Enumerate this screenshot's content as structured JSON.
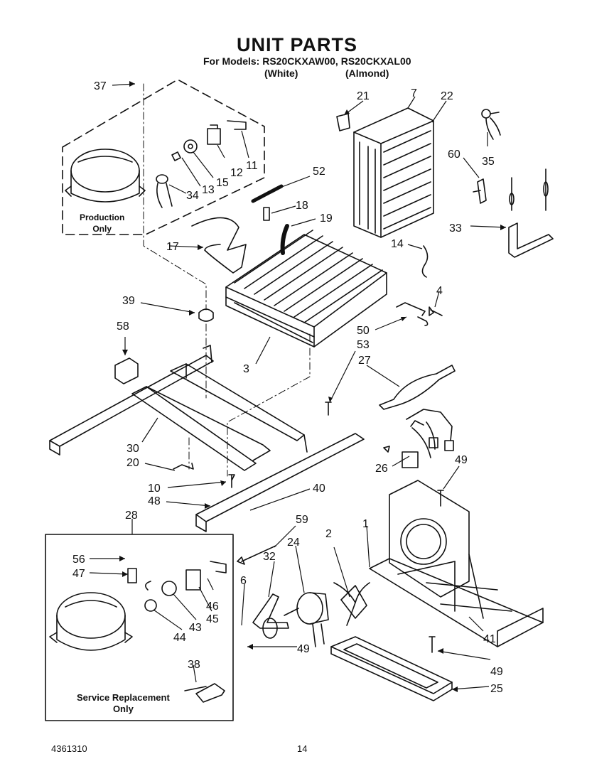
{
  "header": {
    "title": "UNIT PARTS",
    "models_line": "For Models: RS20CKXAW00, RS20CKXAL00",
    "variant_white": "(White)",
    "variant_almond": "(Almond)"
  },
  "notes": {
    "production": [
      "Production",
      "Only"
    ],
    "service": [
      "Service Replacement",
      "Only"
    ]
  },
  "callouts": [
    {
      "id": "c37",
      "text": "37"
    },
    {
      "id": "c21",
      "text": "21"
    },
    {
      "id": "c7",
      "text": "7"
    },
    {
      "id": "c22",
      "text": "22"
    },
    {
      "id": "c35",
      "text": "35"
    },
    {
      "id": "c60",
      "text": "60"
    },
    {
      "id": "c33",
      "text": "33"
    },
    {
      "id": "c11",
      "text": "11"
    },
    {
      "id": "c12",
      "text": "12"
    },
    {
      "id": "c15",
      "text": "15"
    },
    {
      "id": "c13",
      "text": "13"
    },
    {
      "id": "c34",
      "text": "34"
    },
    {
      "id": "c52",
      "text": "52"
    },
    {
      "id": "c18",
      "text": "18"
    },
    {
      "id": "c19",
      "text": "19"
    },
    {
      "id": "c17",
      "text": "17"
    },
    {
      "id": "c14",
      "text": "14"
    },
    {
      "id": "c39",
      "text": "39"
    },
    {
      "id": "c4",
      "text": "4"
    },
    {
      "id": "c58",
      "text": "58"
    },
    {
      "id": "c50",
      "text": "50"
    },
    {
      "id": "c53",
      "text": "53"
    },
    {
      "id": "c3",
      "text": "3"
    },
    {
      "id": "c27",
      "text": "27"
    },
    {
      "id": "c30",
      "text": "30"
    },
    {
      "id": "c20",
      "text": "20"
    },
    {
      "id": "c26",
      "text": "26"
    },
    {
      "id": "c49a",
      "text": "49"
    },
    {
      "id": "c10",
      "text": "10"
    },
    {
      "id": "c40",
      "text": "40"
    },
    {
      "id": "c48",
      "text": "48"
    },
    {
      "id": "c28",
      "text": "28"
    },
    {
      "id": "c59",
      "text": "59"
    },
    {
      "id": "c56",
      "text": "56"
    },
    {
      "id": "c47",
      "text": "47"
    },
    {
      "id": "c2",
      "text": "2"
    },
    {
      "id": "c1",
      "text": "1"
    },
    {
      "id": "c24",
      "text": "24"
    },
    {
      "id": "c32",
      "text": "32"
    },
    {
      "id": "c6",
      "text": "6"
    },
    {
      "id": "c46",
      "text": "46"
    },
    {
      "id": "c45",
      "text": "45"
    },
    {
      "id": "c43",
      "text": "43"
    },
    {
      "id": "c44",
      "text": "44"
    },
    {
      "id": "c49b",
      "text": "49"
    },
    {
      "id": "c41",
      "text": "41"
    },
    {
      "id": "c49c",
      "text": "49"
    },
    {
      "id": "c25",
      "text": "25"
    },
    {
      "id": "c38",
      "text": "38"
    }
  ],
  "footer": {
    "doc_number": "4361310",
    "page_number": "14"
  }
}
